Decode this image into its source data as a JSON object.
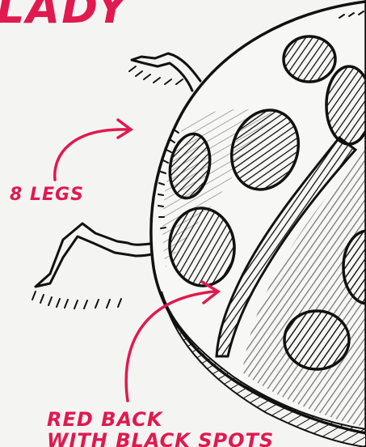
{
  "title": "LADY",
  "annotations": {
    "legs": "8 LEGS",
    "back_line1": "RED BACK",
    "back_line2": "WITH BLACK SPOTS"
  },
  "colors": {
    "accent": "#e0194f",
    "ink": "#111111",
    "paper": "#f4f4f2"
  }
}
